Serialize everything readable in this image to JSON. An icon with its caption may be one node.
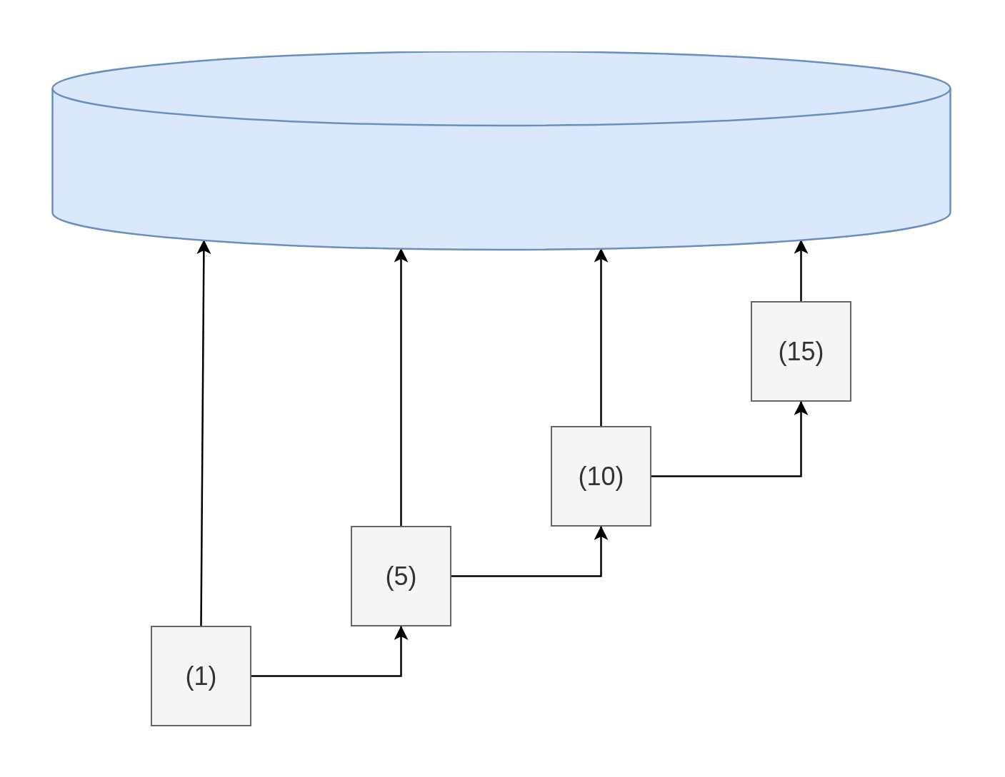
{
  "diagram": {
    "nodes": [
      {
        "text": [],
        "shape": "cylinder"
      },
      {
        "text": [
          "(1)"
        ]
      },
      {
        "text": [
          "(5)"
        ]
      },
      {
        "text": [
          "(10)"
        ]
      },
      {
        "text": [
          "(15)"
        ]
      }
    ],
    "edges": [
      {
        "from": 1,
        "to": 0,
        "arrow": "to"
      },
      {
        "from": 1,
        "to": 2,
        "arrow": "to"
      },
      {
        "from": 2,
        "to": 0,
        "arrow": "to"
      },
      {
        "from": 2,
        "to": 3,
        "arrow": "to"
      },
      {
        "from": 3,
        "to": 0,
        "arrow": "to"
      },
      {
        "from": 3,
        "to": 4,
        "arrow": "to"
      },
      {
        "from": 4,
        "to": 0,
        "arrow": "to"
      }
    ]
  }
}
